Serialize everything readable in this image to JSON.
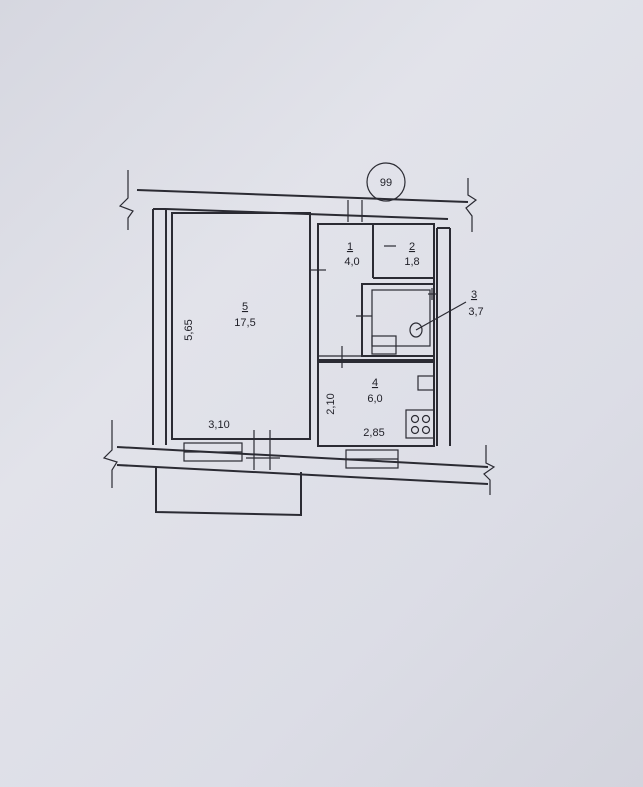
{
  "plan": {
    "marker": "99",
    "rooms": [
      {
        "number": "1",
        "area": "4,0"
      },
      {
        "number": "2",
        "area": "1,8"
      },
      {
        "number": "3",
        "area": "3,7"
      },
      {
        "number": "4",
        "area": "6,0"
      },
      {
        "number": "5",
        "area": "17,5"
      }
    ],
    "dimensions": {
      "room5_height": "5,65",
      "room5_width": "3,10",
      "kitchen_height": "2,10",
      "kitchen_width": "2,85"
    }
  }
}
